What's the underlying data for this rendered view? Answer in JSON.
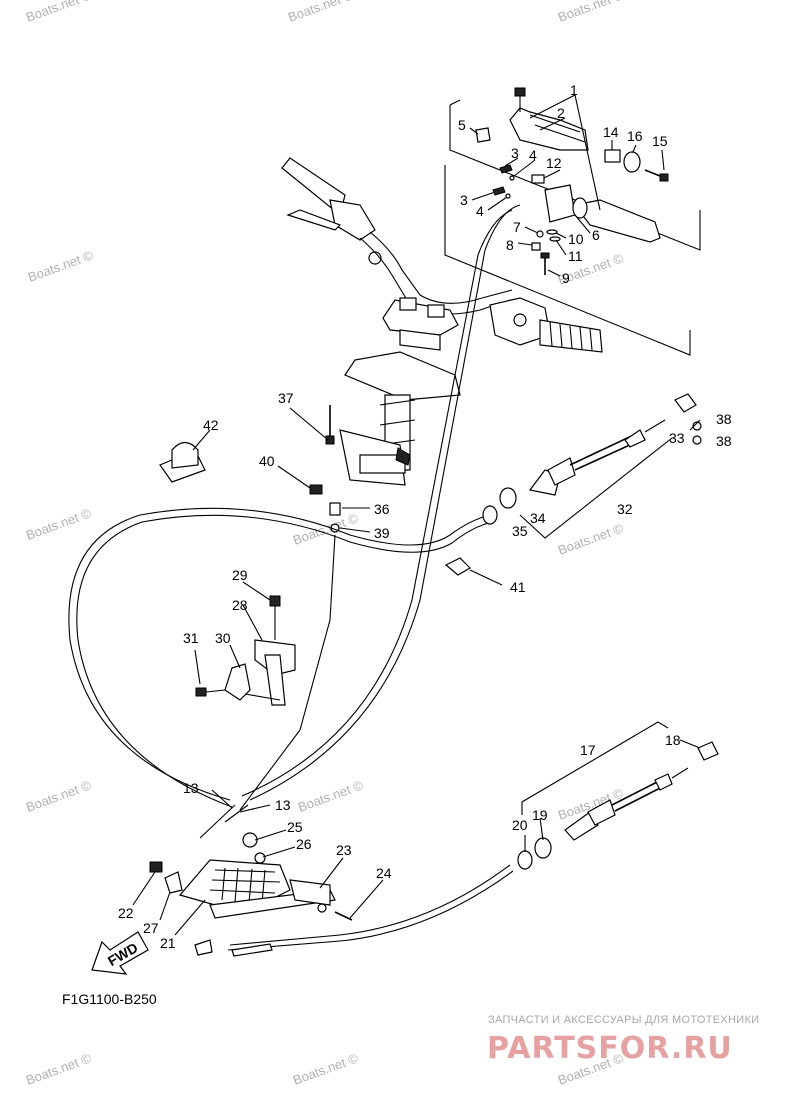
{
  "diagram": {
    "code": "F1G1100-B250",
    "fwd_label": "FWD",
    "watermark_text": "Boats.net ©",
    "brand_subtitle": "ЗАПЧАСТИ И АКСЕССУАРЫ ДЛЯ МОТОТЕХНИКИ",
    "brand_name": "PARTSFOR.RU",
    "brand_color": "#e8a0a0",
    "callouts": [
      "1",
      "2",
      "3",
      "3",
      "4",
      "4",
      "5",
      "6",
      "7",
      "8",
      "9",
      "10",
      "11",
      "12",
      "13",
      "13",
      "14",
      "15",
      "16",
      "17",
      "18",
      "19",
      "20",
      "21",
      "22",
      "23",
      "24",
      "25",
      "26",
      "27",
      "28",
      "29",
      "30",
      "31",
      "32",
      "33",
      "34",
      "35",
      "36",
      "37",
      "38",
      "38",
      "39",
      "40",
      "41",
      "42"
    ]
  }
}
